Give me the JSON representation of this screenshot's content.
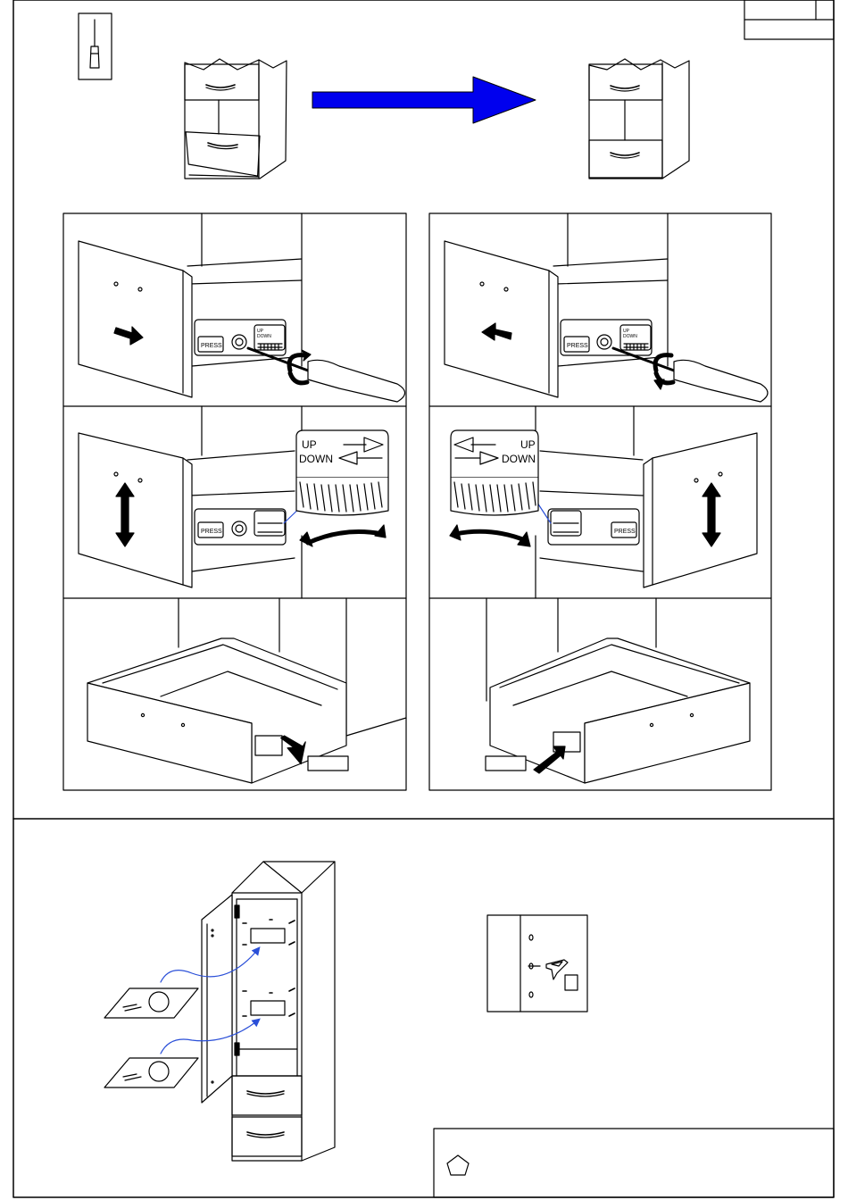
{
  "page": {
    "title_box_top": "",
    "title_box_bottom": ""
  },
  "tools": {
    "icon": "screwdriver-icon"
  },
  "adjuster": {
    "press_label": "PRESS",
    "up_label": "UP",
    "down_label": "DOWN"
  },
  "bottom_panel": {
    "hint_icon": "pentagon-icon",
    "note_text": ""
  },
  "colors": {
    "arrow_blue": "#0000ee",
    "line": "#000000",
    "curve_blue": "#2a4fd8"
  }
}
